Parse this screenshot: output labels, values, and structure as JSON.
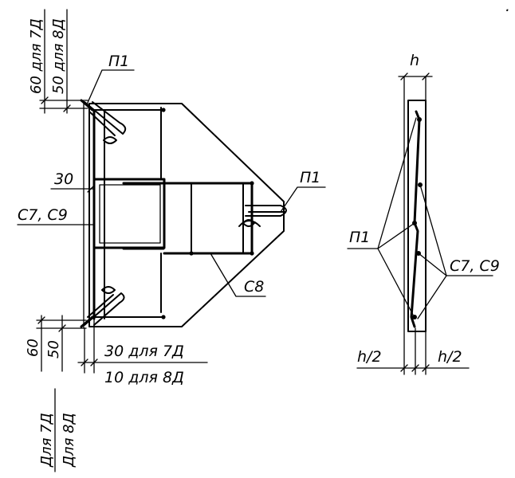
{
  "front_view": {
    "mark_p1_top": "П1",
    "mark_p1_right": "П1",
    "mark_c8": "C8",
    "mark_c7_c9": "C7, C9",
    "dim_30": "30",
    "dim_top_7d": "60 для 7Д",
    "dim_top_8d": "50 для 8Д",
    "dim_bottom_60": "60",
    "dim_bottom_50": "50",
    "dim_bottom_7d": "30 для 7Д",
    "dim_bottom_8d": "10  для 8Д",
    "legend_7d": "Для 7Д",
    "legend_8d": "Для 8Д"
  },
  "side_view": {
    "dim_h": "h",
    "dim_h_half_left": "h/2",
    "dim_h_half_right": "h/2",
    "mark_p1": "П1",
    "mark_c7_c9": "C7, C9"
  },
  "artifact": "."
}
